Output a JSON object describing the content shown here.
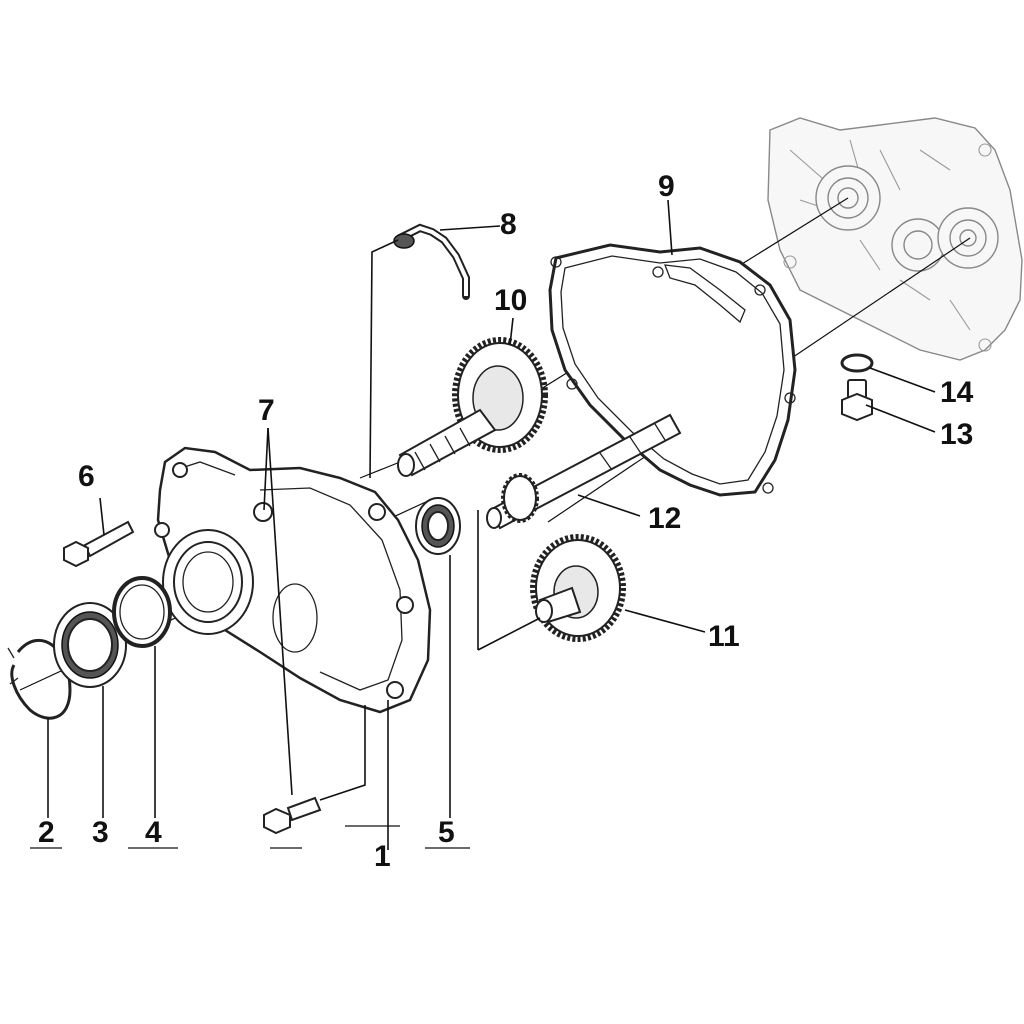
{
  "diagram": {
    "callouts": [
      {
        "id": "1",
        "label": "1"
      },
      {
        "id": "2",
        "label": "2"
      },
      {
        "id": "3",
        "label": "3"
      },
      {
        "id": "4",
        "label": "4"
      },
      {
        "id": "5",
        "label": "5"
      },
      {
        "id": "6",
        "label": "6"
      },
      {
        "id": "7",
        "label": "7"
      },
      {
        "id": "8",
        "label": "8"
      },
      {
        "id": "9",
        "label": "9"
      },
      {
        "id": "10",
        "label": "10"
      },
      {
        "id": "11",
        "label": "11"
      },
      {
        "id": "12",
        "label": "12"
      },
      {
        "id": "13",
        "label": "13"
      },
      {
        "id": "14",
        "label": "14"
      }
    ],
    "line_color": "#111111"
  }
}
